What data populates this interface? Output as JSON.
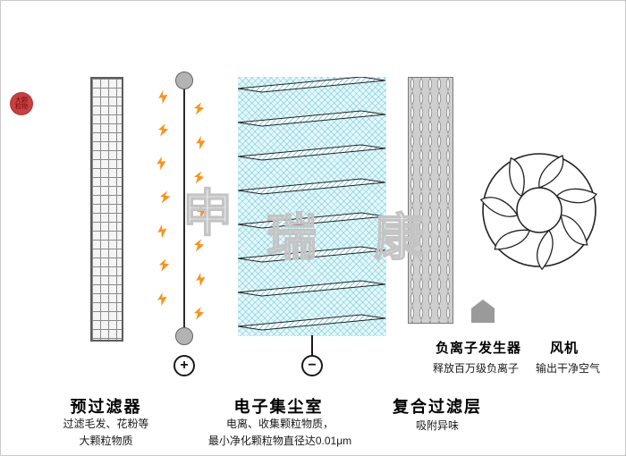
{
  "badge": {
    "text": "大颗粒物"
  },
  "watermark": {
    "chars": [
      "申",
      "瑞",
      "康"
    ]
  },
  "electrodes": {
    "plus": "+",
    "minus": "−"
  },
  "prefilter": {
    "title": "预过滤器",
    "desc1": "过滤毛发、花粉等",
    "desc2": "大颗粒物质"
  },
  "chamber": {
    "title": "电子集尘室",
    "desc1": "电离、收集颗粒物质，",
    "desc2": "最小净化颗粒物直径达0.01μm"
  },
  "composite": {
    "title": "复合过滤层",
    "desc1": "吸附异味"
  },
  "ionizer": {
    "title": "负离子发生器",
    "desc1": "释放百万级负离子"
  },
  "fan": {
    "title": "风机",
    "desc1": "输出干净空气"
  },
  "colors": {
    "spark": "#f7941d",
    "badge": "#c94040",
    "watermark": "#c4c4c4"
  }
}
